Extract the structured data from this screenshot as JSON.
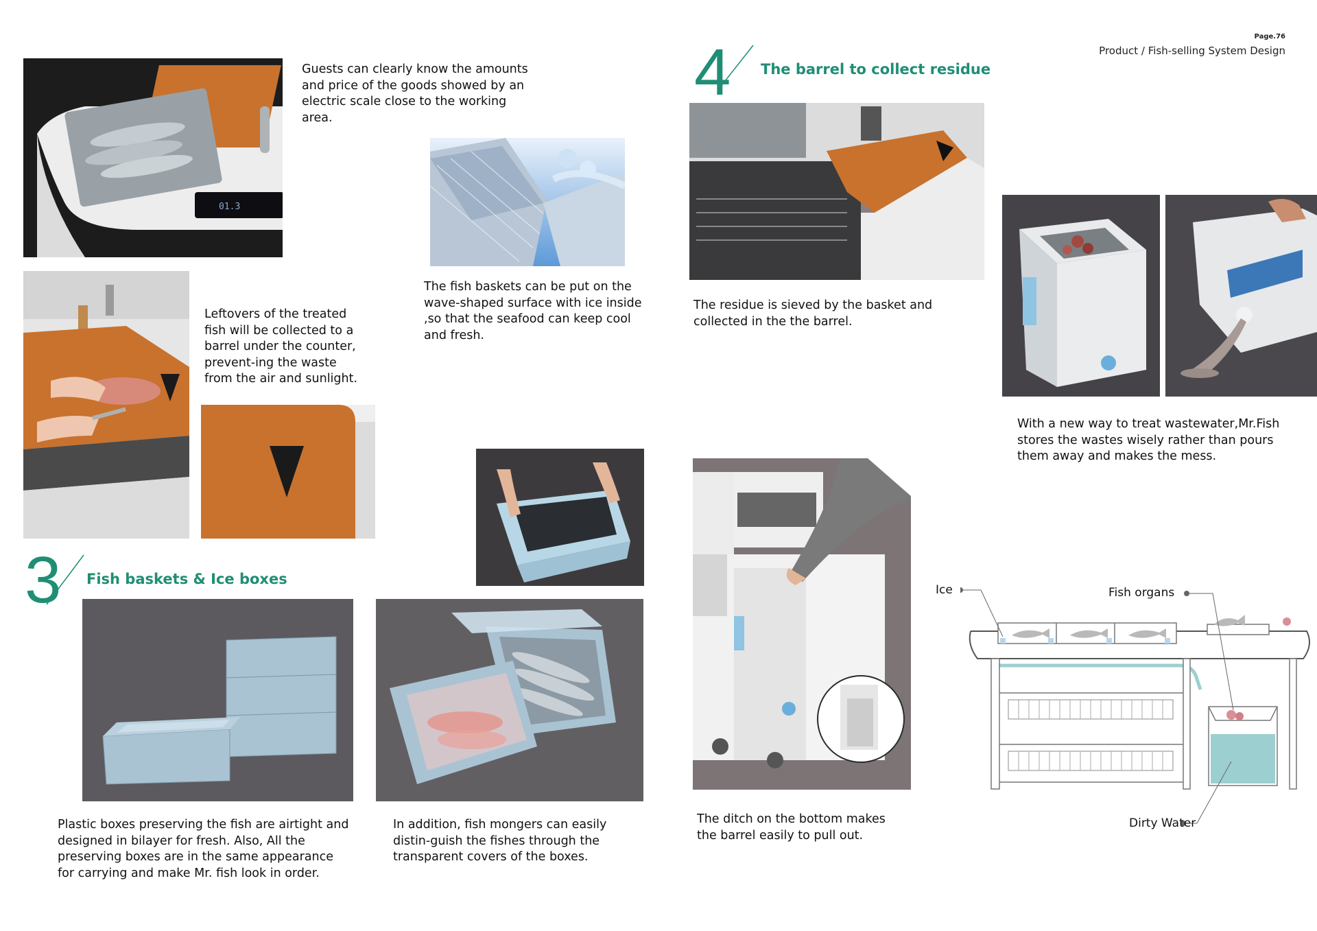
{
  "header": {
    "page": "Page.76",
    "section": "Product / Fish-selling System Design"
  },
  "section3": {
    "number": "3",
    "title": "Fish baskets & Ice boxes"
  },
  "section4": {
    "number": "4",
    "title": "The barrel to collect residue"
  },
  "texts": {
    "scale": "Guests can clearly know the amounts and price of the goods showed by an electric scale close to the working area.",
    "leftovers": "Leftovers of the treated fish will be collected to a barrel under the counter, prevent-ing the waste from the air and sunlight.",
    "baskets": "The fish baskets can be put on the wave-shaped surface with ice inside ,so that the seafood can keep cool and fresh.",
    "plastic": "Plastic boxes preserving the fish are airtight and designed in bilayer for fresh. Also, All the preserving boxes are in the same appearance for carrying and make Mr. fish look in order.",
    "addition": "In addition, fish mongers can easily distin-guish the fishes through the transparent covers of the boxes.",
    "residue": "The residue is sieved by the basket and collected in the the barrel.",
    "wastewater": "With a new way to treat wastewater,Mr.Fish stores the wastes wisely rather than pours them away and makes the mess.",
    "ditch": "The ditch on the bottom makes the barrel easily to pull out."
  },
  "scale_display": "01.3",
  "diagram": {
    "ice": "Ice",
    "fish_organs": "Fish organs",
    "dirty_water": "Dirty Water"
  },
  "colors": {
    "accent": "#1f8e74",
    "wood": "#c8722e",
    "box_blue": "#a9c3d3",
    "counter_white": "#eeeeee",
    "water": "#9ccfd0"
  }
}
